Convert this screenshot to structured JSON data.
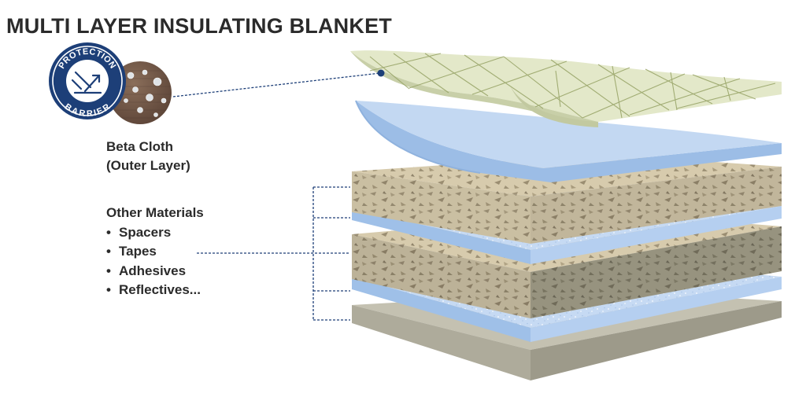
{
  "title": "MULTI LAYER INSULATING BLANKET",
  "badge": {
    "top_text": "PROTECTION",
    "bottom_text": "BARRIER",
    "icon": "protection-barrier-icon"
  },
  "beta_cloth": {
    "name": "Beta Cloth",
    "subtitle": "(Outer Layer)"
  },
  "other_materials": {
    "heading": "Other Materials",
    "bullet": "•",
    "items": [
      "Spacers",
      "Tapes",
      "Adhesives",
      "Reflectives..."
    ]
  },
  "colors": {
    "text": "#2b2b2b",
    "navy": "#1d3f78",
    "beta_cloth": "#e3e8c9",
    "beta_grid": "#9aa66a",
    "reflective_film": "#c2d7f1",
    "spacer_layer": "#d8ccae",
    "base_layer": "#b6b3a2"
  }
}
